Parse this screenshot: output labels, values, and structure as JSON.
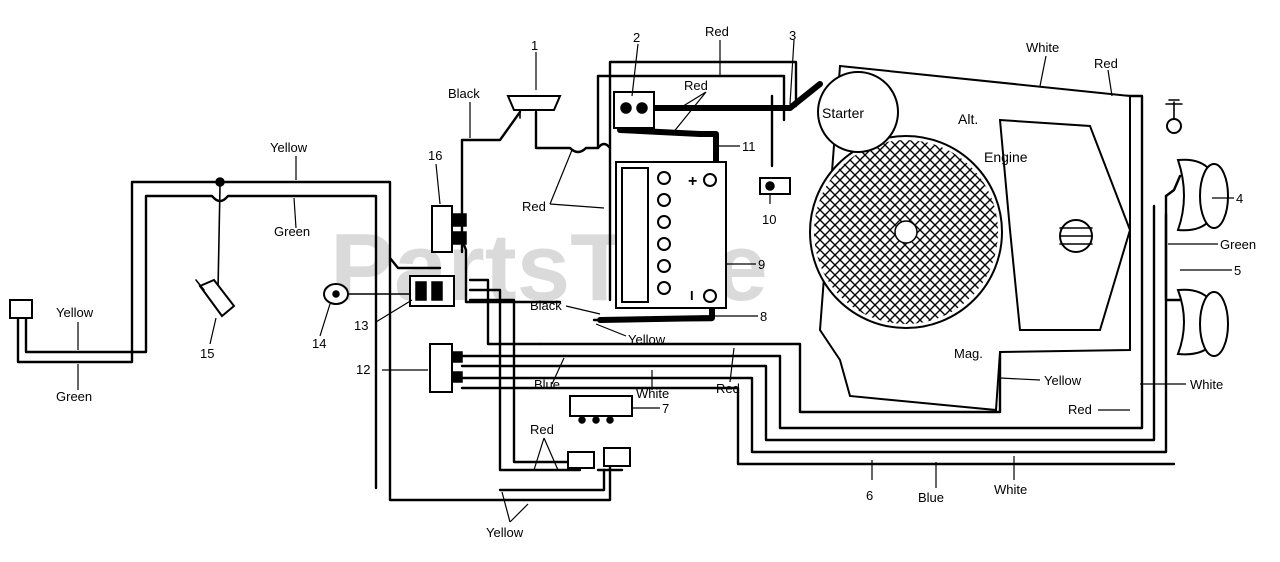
{
  "watermark": "PartsTree",
  "numbers": {
    "n1": "1",
    "n2": "2",
    "n3": "3",
    "n4": "4",
    "n5": "5",
    "n6": "6",
    "n7": "7",
    "n8": "8",
    "n9": "9",
    "n10": "10",
    "n11": "11",
    "n12": "12",
    "n13": "13",
    "n14": "14",
    "n15": "15",
    "n16": "16"
  },
  "components": {
    "starter": "Starter",
    "alt": "Alt.",
    "engine": "Engine",
    "mag": "Mag.",
    "battery_plus": "+",
    "battery_minus": "I"
  },
  "wire_labels": {
    "red_top": "Red",
    "white_top": "White",
    "red_top_right": "Red",
    "red_2": "Red",
    "black_top": "Black",
    "yellow_top": "Yellow",
    "green_top": "Green",
    "red_mid": "Red",
    "green_right": "Green",
    "yellow_left": "Yellow",
    "green_left": "Green",
    "black_batt": "Black",
    "yellow_batt": "Yellow",
    "blue_mid": "Blue",
    "white_mid": "White",
    "red_mid2": "Red",
    "yellow_mag": "Yellow",
    "white_right": "White",
    "red_right": "Red",
    "red_low": "Red",
    "yellow_bottom": "Yellow",
    "blue_bottom": "Blue",
    "white_bottom": "White"
  }
}
